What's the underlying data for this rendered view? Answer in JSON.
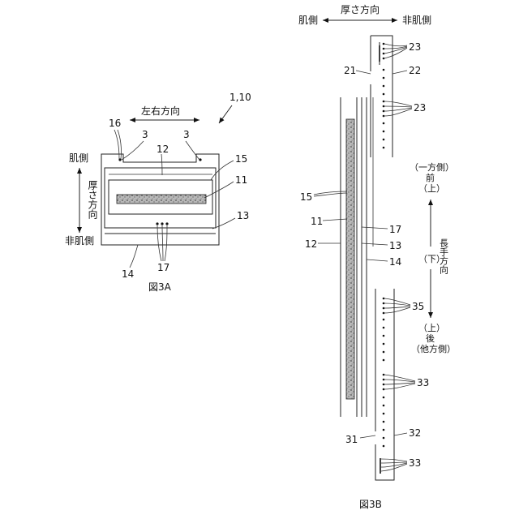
{
  "fig3a": {
    "caption": "図3A",
    "ref_main": "1,10",
    "lr_direction": "左右方向",
    "thickness_direction": "厚さ方向",
    "skin_side": "肌側",
    "non_skin_side": "非肌側",
    "refs": {
      "r16": "16",
      "r3a": "3",
      "r3b": "3",
      "r12": "12",
      "r15": "15",
      "r11": "11",
      "r13": "13",
      "r14": "14",
      "r17": "17"
    }
  },
  "fig3b": {
    "caption": "図3B",
    "thickness_direction": "厚さ方向",
    "skin_side": "肌側",
    "non_skin_side": "非肌側",
    "longitudinal_direction": "長手方向",
    "front_group": {
      "one_side": "（一方側）",
      "front": "前",
      "up": "（上）"
    },
    "down": "（下）",
    "back_group": {
      "up": "（上）",
      "back": "後",
      "other_side": "（他方側）"
    },
    "refs": {
      "r23a": "23",
      "r21": "21",
      "r22": "22",
      "r23b": "23",
      "r15": "15",
      "r11": "11",
      "r12": "12",
      "r17": "17",
      "r13": "13",
      "r14": "14",
      "r35": "35",
      "r33a": "33",
      "r31": "31",
      "r32": "32",
      "r33b": "33"
    }
  }
}
